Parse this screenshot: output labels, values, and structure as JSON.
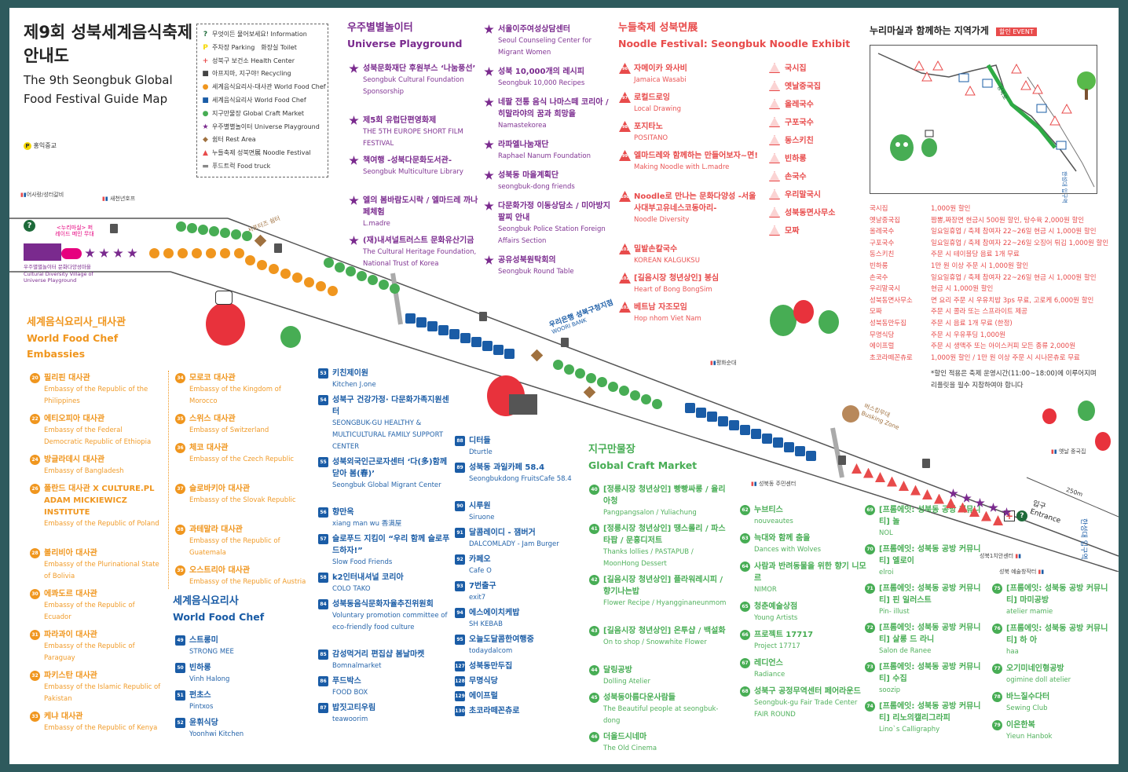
{
  "title": {
    "ko1": "제9회 성북세계음식축제",
    "ko2": "안내도",
    "en1": "The 9th Seongbuk Global",
    "en2": "Food Festival Guide Map",
    "parking_note": "홍익중교"
  },
  "legend": [
    {
      "label": "무엇이든 물어보세요! Information",
      "color": "#1e6b3a",
      "icon": "question-icon"
    },
    {
      "label": "주차장 Parking",
      "color": "#f5d800",
      "icon": "parking-icon",
      "extra": "화장실 Toilet"
    },
    {
      "label": "성북구 보건소 Health Center",
      "color": "#e84b4b",
      "icon": "health-icon"
    },
    {
      "label": "아프지마, 지구야! Recycling",
      "color": "#444444",
      "icon": "trash-icon"
    },
    {
      "label": "세계음식요리사-대사관 World Food Chef",
      "color": "#f0961e",
      "icon": "hexagon-icon"
    },
    {
      "label": "세계음식요리사 World Food Chef",
      "color": "#1a5ca6",
      "icon": "square-icon"
    },
    {
      "label": "지구만물장 Global Craft Market",
      "color": "#47ad54",
      "icon": "circle-icon"
    },
    {
      "label": "우주별별놀이터 Universe Playground",
      "color": "#7a2a8e",
      "icon": "star-icon"
    },
    {
      "label": "쉼터 Rest Area",
      "color": "#a0713f",
      "icon": "diamond-icon"
    },
    {
      "label": "누들축제 성북면展 Noodle Festival",
      "color": "#e84b4b",
      "icon": "triangle-icon"
    },
    {
      "label": "푸드트럭 Food truck",
      "color": "#888888",
      "icon": "truck-icon"
    }
  ],
  "map": {
    "labels": {
      "left_top1": "어사랑/성터갈비",
      "left_top2": "새천년호프",
      "nurimasil": "<누리마실> 퍼레이드 메인 무대",
      "playground_village": "우주별별놀이터 문화다양성마을 Cultural Diversity Village of Universe Playground",
      "rest": "서포터즈 쉼터",
      "bank_ko": "우리은행 성북구청지점",
      "bank_en": "WOORI BANK",
      "store1": "평화순대",
      "busking_ko": "버스킹무대",
      "busking_en": "Busking Zone",
      "center": "성북동 주민센터",
      "store2": "옛날 중국집",
      "entrance_ko": "입구",
      "entrance_en": "Entrance",
      "station": "한성대 입구역",
      "distance": "250m",
      "art1": "성북1치안센터",
      "art2": "성북 예술창작터"
    }
  },
  "universe": {
    "title_ko": "우주별별놀이터",
    "title_en": "Universe Playground",
    "items": [
      {
        "ko": "성북문화재단 후원부스 ‘나눔풍선’",
        "en": "Seongbuk Cultural Foundation Sponsorship"
      },
      {
        "ko": "제5회 유럽단편영화제",
        "en": "THE 5TH EUROPE SHORT FILM FESTIVAL"
      },
      {
        "ko": "책여행 -성북다문화도서관-",
        "en": "Seongbuk Multiculture Library"
      },
      {
        "ko": "엘의 봄바람도시락 / 엘마드레 까나페체험",
        "en": "L.madre"
      },
      {
        "ko": "(재)내셔널트러스트 문화유산기금",
        "en": "The Cultural Heritage Foundation, National Trust of Korea"
      },
      {
        "ko": "서울이주여성상담센터",
        "en": "Seoul Counseling Center for Migrant Women"
      },
      {
        "ko": "성북 10,000개의 레시피",
        "en": "Seongbuk 10,000 Recipes"
      },
      {
        "ko": "네팔 전통 음식 나마스떼 코리아 / 히말라야의 꿈과 희망을",
        "en": "Namastekorea"
      },
      {
        "ko": "라파엘나눔재단",
        "en": "Raphael Nanum Foundation"
      },
      {
        "ko": "성북동 마을계획단",
        "en": "seongbuk-dong friends"
      },
      {
        "ko": "다문화가정 이동상담소 / 미아방지팔찌 안내",
        "en": "Seongbuk Police Station Foreign Affairs Section"
      },
      {
        "ko": "공유성북원탁회의",
        "en": "Seongbuk Round Table"
      }
    ]
  },
  "noodle": {
    "title_ko": "누들축제 성북면展",
    "title_en": "Noodle Festival: Seongbuk Noodle Exhibit",
    "items": [
      {
        "num": "96",
        "ko": "자메이카 와사비",
        "en": "Jamaica Wasabi"
      },
      {
        "num": "97",
        "ko": "로컬드로잉",
        "en": "Local Drawing"
      },
      {
        "num": "98",
        "ko": "포지타노",
        "en": "POSITANO"
      },
      {
        "num": "99",
        "ko": "엘마드레와 함께하는 만들어보자~면!",
        "en": "Making Noodle with L.madre"
      },
      {
        "num": "100",
        "ko": "Noodle로 만나는 문화다양성 -서울사대부고유네스코동아리-",
        "en": "Noodle Diversity"
      },
      {
        "num": "101",
        "ko": "밀밭손칼국수",
        "en": "KOREAN KALGUKSU"
      },
      {
        "num": "102",
        "ko": "[길음시장 청년상인] 봉심",
        "en": "Heart of Bong  BongSim"
      },
      {
        "num": "103",
        "ko": "베트남 자조모임",
        "en": "Hop nhom Viet Nam"
      }
    ],
    "stalls": [
      "국시집",
      "옛날중국집",
      "올레국수",
      "구포국수",
      "동스키친",
      "빈하롱",
      "손국수",
      "우리말국시",
      "성북동면사무소",
      "모짜"
    ]
  },
  "local": {
    "title": "누리마실과 함께하는 지역가게",
    "event": "할인 EVENT",
    "road_ko": "성북로",
    "station": "한성대 입구역",
    "rows": [
      {
        "name": "국시집",
        "desc": "1,000원 할인"
      },
      {
        "name": "옛날중국집",
        "desc": "짬뽕,짜장면 현금시 500원 할인, 탕수육 2,000원 할인"
      },
      {
        "name": "올레국수",
        "desc": "일요일휴업 / 축제 참여자 22~26일 현금 시 1,000원 할인"
      },
      {
        "name": "구포국수",
        "desc": "일요일휴업 / 축제 참여자 22~26일 오징어 튀김 1,000원 할인"
      },
      {
        "name": "동스키친",
        "desc": "주문 시 테이블당 음료 1개 무료"
      },
      {
        "name": "빈하롱",
        "desc": "1만 원 이상 주문 시 1,000원 할인"
      },
      {
        "name": "손국수",
        "desc": "일요일휴업 / 축제 참여자 22~26일 현금 시 1,000원 할인"
      },
      {
        "name": "우리말국시",
        "desc": "현금 시 1,000원 할인"
      },
      {
        "name": "성북동면사무소",
        "desc": "면 요리 주문 시 우유치밥 3ps 무료, 고로케 6,000원 할인"
      },
      {
        "name": "모짜",
        "desc": "주문 시 콜라 또는 스프라이트 제공"
      },
      {
        "name": "성북동만두집",
        "desc": "주문 시 음료 1개 무료 (한정)"
      },
      {
        "name": "무명식당",
        "desc": "주문 시 우유푸딩 1,000원"
      },
      {
        "name": "에이프럴",
        "desc": "주문 시 생맥주 또는 아이스커피 모든 종류 2,000원"
      },
      {
        "name": "초코라떼꼰츄로",
        "desc": "1,000원 할인 / 1만 원 이상 주문 시 시나몬츄로 무료"
      }
    ],
    "note1": "*할인 적용은 축제 운영시간(11:00~18:00)에 이루어지며",
    "note2": "리플릿을 필수 지참하여야 합니다"
  },
  "embassy": {
    "title_ko": "세계음식요리사_대사관",
    "title_en1": "World Food Chef",
    "title_en2": "Embassies",
    "col1": [
      {
        "num": "20",
        "ko": "필리핀 대사관",
        "en": "Embassy of the Republic of the Philippines"
      },
      {
        "num": "22",
        "ko": "에티오피아 대사관",
        "en": "Embassy of the Federal Democratic Republic of Ethiopia"
      },
      {
        "num": "24",
        "ko": "방글라데시 대사관",
        "en": "Embassy of Bangladesh"
      },
      {
        "num": "26",
        "ko": "폴란드 대사관 X CULTURE.PL ADAM MICKIEWICZ INSTITUTE",
        "en": "Embassy of the Republic of Poland"
      },
      {
        "num": "28",
        "ko": "볼리비아 대사관",
        "en": "Embassy of the Plurinational State of Bolivia"
      },
      {
        "num": "30",
        "ko": "에콰도르 대사관",
        "en": "Embassy of the Republic of Ecuador"
      },
      {
        "num": "31",
        "ko": "파라과이 대사관",
        "en": "Embassy of the Republic of Paraguay"
      },
      {
        "num": "32",
        "ko": "파키스탄 대사관",
        "en": "Embassy of the Islamic Republic of Pakistan"
      },
      {
        "num": "33",
        "ko": "케냐 대사관",
        "en": "Embassy of the Republic of Kenya"
      }
    ],
    "col2": [
      {
        "num": "34",
        "ko": "모로코 대사관",
        "en": "Embassy of the Kingdom of Morocco"
      },
      {
        "num": "35",
        "ko": "스위스 대사관",
        "en": "Embassy of Switzerland"
      },
      {
        "num": "36",
        "ko": "체코 대사관",
        "en": "Embassy of the Czech Republic"
      },
      {
        "num": "37",
        "ko": "슬로바키아 대사관",
        "en": "Embassy of the Slovak Republic"
      },
      {
        "num": "38",
        "ko": "과테말라 대사관",
        "en": "Embassy of the Republic of Guatemala"
      },
      {
        "num": "39",
        "ko": "오스트리아 대사관",
        "en": "Embassy of the Republic of Austria"
      }
    ]
  },
  "chef": {
    "title_ko": "세계음식요리사",
    "title_en": "World Food Chef",
    "col1": [
      {
        "num": "49",
        "ko": "스트롱미",
        "en": "STRONG MEE"
      },
      {
        "num": "50",
        "ko": "빈하롱",
        "en": "Vinh Halong"
      },
      {
        "num": "51",
        "ko": "펀초스",
        "en": "Pintxos"
      },
      {
        "num": "52",
        "ko": "윤휘식당",
        "en": "Yoonhwi Kitchen"
      }
    ],
    "col2": [
      {
        "num": "53",
        "ko": "키친제이원",
        "en": "Kitchen J.one"
      },
      {
        "num": "54",
        "ko": "성북구 건강가정· 다문화가족지원센터",
        "en": "SEONGBUK-GU HEALTHY & MULTICULTURAL FAMILY SUPPORT CENTER"
      },
      {
        "num": "55",
        "ko": "성북외국인근로자센터 ‘다(多)함께 닫아 봄(春)’",
        "en": "Seongbuk Global Migrant Center"
      },
      {
        "num": "56",
        "ko": "향만옥",
        "en": "xiang man wu 香满屋"
      },
      {
        "num": "57",
        "ko": "슬로푸드 지킴이 “우리 함께 슬로푸드하자!”",
        "en": "Slow Food Friends"
      },
      {
        "num": "58",
        "ko": "k2인터내셔널 코리아",
        "en": "COLO TAKO"
      },
      {
        "num": "84",
        "ko": "성북동음식문화자율추진위원회",
        "en": "Voluntary promotion committee of eco-friendly food culture"
      },
      {
        "num": "85",
        "ko": "감성먹거리 편집샵 봄날마켓",
        "en": "Bomnalmarket"
      },
      {
        "num": "86",
        "ko": "푸드박스",
        "en": "FOOD  BOX"
      },
      {
        "num": "87",
        "ko": "밥짓고티우림",
        "en": "teawoorim"
      }
    ],
    "col3": [
      {
        "num": "88",
        "ko": "디터들",
        "en": "Dturtle"
      },
      {
        "num": "89",
        "ko": "성북동 과일카페 58.4",
        "en": "Seongbukdong FruitsCafe 58.4"
      },
      {
        "num": "90",
        "ko": "시루원",
        "en": "Siruone"
      },
      {
        "num": "91",
        "ko": "달콤레이디 - 잼버거",
        "en": "DALCOMLADY - Jam Burger"
      },
      {
        "num": "92",
        "ko": "카페오",
        "en": "Cafe O"
      },
      {
        "num": "93",
        "ko": "7번출구",
        "en": "exit7"
      },
      {
        "num": "94",
        "ko": "에스에이치케밥",
        "en": "SH KEBAB"
      },
      {
        "num": "95",
        "ko": "오늘도달콤한여행중",
        "en": "todaydalcom"
      },
      {
        "num": "127",
        "ko": "성북동만두집",
        "en": ""
      },
      {
        "num": "128",
        "ko": "무명식당",
        "en": ""
      },
      {
        "num": "129",
        "ko": "에이프럴",
        "en": ""
      },
      {
        "num": "130",
        "ko": "초코라떼꼰츄로",
        "en": ""
      }
    ]
  },
  "craft": {
    "title_ko": "지구만물장",
    "title_en": "Global Craft Market",
    "col1": [
      {
        "num": "40",
        "ko": "[정릉시장 청년상인] 빵빵싸롱 / 율리아청",
        "en": "Pangpangsalon / Yuliachung"
      },
      {
        "num": "41",
        "ko": "[정릉시장 청년상인] 땡스롤리 / 파스타팝 / 문홍디저트",
        "en": "Thanks lollies / PASTAPUB / MoonHong Dessert"
      },
      {
        "num": "42",
        "ko": "[길음시장 청년상인] 플라워레시피 / 향기나는밥",
        "en": "Flower Recipe / Hyangginaneunmom"
      },
      {
        "num": "43",
        "ko": "[길음시장 청년상인] 온투샵 / 백설화",
        "en": "On to shop / Snowwhite Flower"
      },
      {
        "num": "44",
        "ko": "달링공방",
        "en": "Dolling Atelier"
      },
      {
        "num": "45",
        "ko": "성북동아름다운사람들",
        "en": "The Beautiful people at seongbuk-dong"
      },
      {
        "num": "46",
        "ko": "더올드시네마",
        "en": "The Old Cinema"
      }
    ],
    "col2": [
      {
        "num": "62",
        "ko": "누브티스",
        "en": "nouveautes"
      },
      {
        "num": "63",
        "ko": "늑대와 함께 춤을",
        "en": "Dances with Wolves"
      },
      {
        "num": "64",
        "ko": "사람과 반려동물을 위한 향기 니모르",
        "en": "NIMOR"
      },
      {
        "num": "65",
        "ko": "청춘예술상점",
        "en": "Young Artists"
      },
      {
        "num": "66",
        "ko": "프로젝트 17717",
        "en": "Project 17717"
      },
      {
        "num": "67",
        "ko": "레디언스",
        "en": "Radiance"
      },
      {
        "num": "68",
        "ko": "성북구 공정무역센터 페어라운드",
        "en": "Seongbuk-gu Fair Trade Center FAIR ROUND"
      }
    ],
    "col3": [
      {
        "num": "69",
        "ko": "[프롬에잇: 성북동 공방 커뮤니티] 놀",
        "en": "NOL"
      },
      {
        "num": "70",
        "ko": "[프롬에잇: 성북동 공방 커뮤니티] 엘로이",
        "en": "elroi"
      },
      {
        "num": "71",
        "ko": "[프롬에잇: 성북동 공방 커뮤니티] 핀 일러스트",
        "en": "Pin- illust"
      },
      {
        "num": "72",
        "ko": "[프롬에잇: 성북동 공방 커뮤니티] 살롱 드 라니",
        "en": "Salon de Ranee"
      },
      {
        "num": "73",
        "ko": "[프롬에잇: 성북동 공방 커뮤니티] 수집",
        "en": "soozip"
      },
      {
        "num": "74",
        "ko": "[프롬에잇: 성북동 공방 커뮤니티] 리노의캘리그라피",
        "en": "Lino`s Calligraphy"
      }
    ],
    "col4": [
      {
        "num": "75",
        "ko": "[프롬에잇: 성북동 공방 커뮤니티] 마미공방",
        "en": "atelier mamie"
      },
      {
        "num": "76",
        "ko": "[프롬에잇: 성북동 공방 커뮤니티] 하  아",
        "en": "haa"
      },
      {
        "num": "77",
        "ko": "오기미네인형공방",
        "en": "ogimine doll atelier"
      },
      {
        "num": "78",
        "ko": "바느질수다터",
        "en": "Sewing Club"
      },
      {
        "num": "79",
        "ko": "이은한복",
        "en": "Yieun Hanbok"
      }
    ]
  },
  "colors": {
    "bg": "#2e5a5d",
    "purple": "#7a2a8e",
    "orange": "#f0961e",
    "blue": "#1a5ca6",
    "green": "#47ad54",
    "red": "#e84b4b",
    "magenta": "#e6007e"
  }
}
